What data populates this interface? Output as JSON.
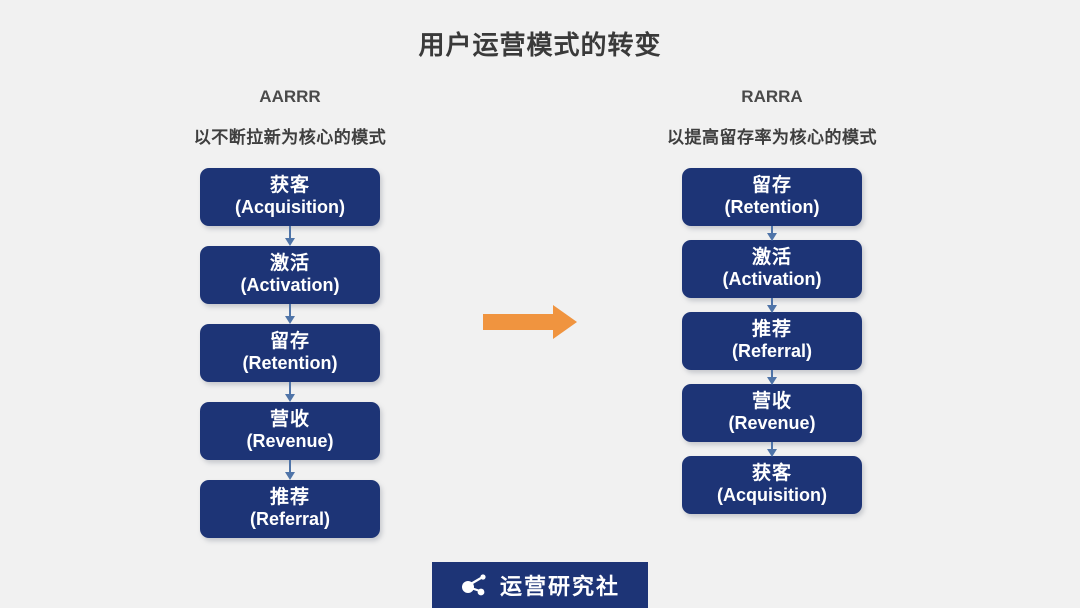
{
  "slide": {
    "title": "用户运营模式的转变",
    "background_color": "#f1f1f1",
    "node_color": "#1d3476",
    "arrow_color": "#f0943f",
    "connector_color": "#4f74a8"
  },
  "left_column": {
    "model_name": "AARRR",
    "subtitle": "以不断拉新为核心的模式",
    "steps": [
      {
        "cn": "获客",
        "en": "(Acquisition)"
      },
      {
        "cn": "激活",
        "en": "(Activation)"
      },
      {
        "cn": "留存",
        "en": "(Retention)"
      },
      {
        "cn": "营收",
        "en": "(Revenue)"
      },
      {
        "cn": "推荐",
        "en": "(Referral)"
      }
    ]
  },
  "right_column": {
    "model_name": "RARRA",
    "subtitle": "以提高留存率为核心的模式",
    "steps": [
      {
        "cn": "留存",
        "en": "(Retention)"
      },
      {
        "cn": "激活",
        "en": "(Activation)"
      },
      {
        "cn": "推荐",
        "en": "(Referral)"
      },
      {
        "cn": "营收",
        "en": "(Revenue)"
      },
      {
        "cn": "获客",
        "en": "(Acquisition)"
      }
    ]
  },
  "transition_arrow": {
    "icon": "right-arrow-icon",
    "direction": "right"
  },
  "footer": {
    "logo_icon": "node-graph-logo-icon",
    "brand": "运营研究社"
  }
}
